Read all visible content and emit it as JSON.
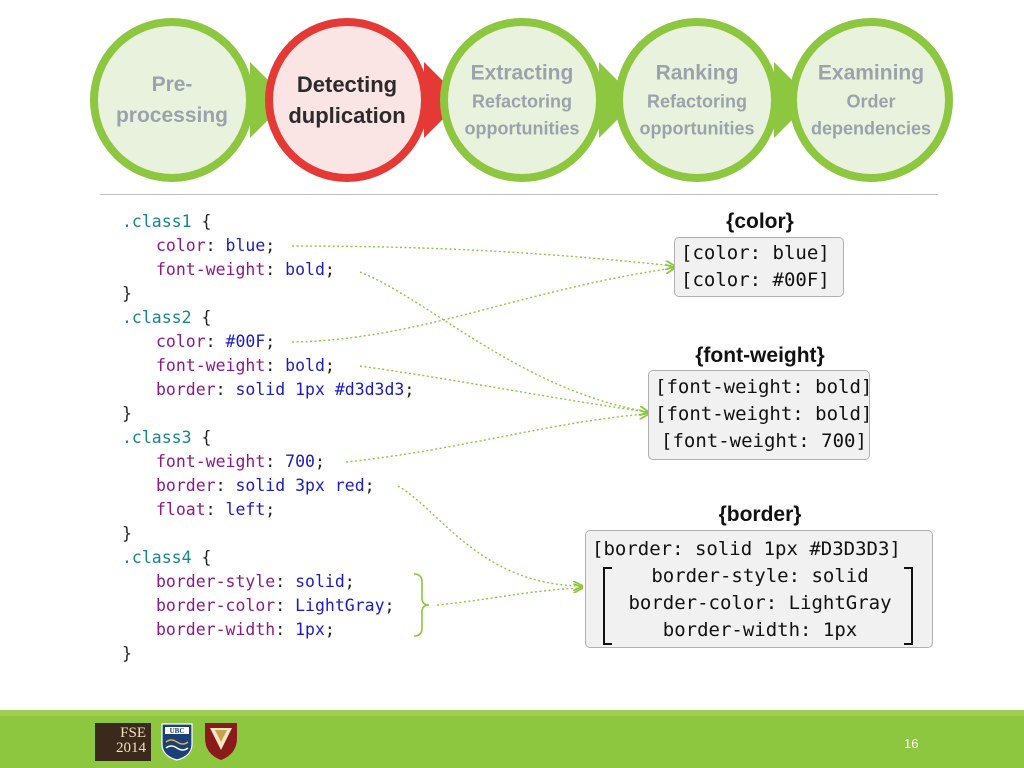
{
  "pipeline": {
    "stages": [
      {
        "line1": "Pre-",
        "line2": "processing",
        "line3": ""
      },
      {
        "line1": "Detecting",
        "line2": "duplication",
        "line3": ""
      },
      {
        "line1": "Extracting",
        "line2": "Refactoring",
        "line3": "opportunities"
      },
      {
        "line1": "Ranking",
        "line2": "Refactoring",
        "line3": "opportunities"
      },
      {
        "line1": "Examining",
        "line2": "Order",
        "line3": "dependencies"
      }
    ],
    "active_stage": 1,
    "colors": {
      "inactive": "#8dc63f",
      "active": "#e53935"
    }
  },
  "code": {
    "class1_selector": ".class1",
    "class1_color_prop": "color",
    "class1_color_val": "blue",
    "class1_fw_prop": "font-weight",
    "class1_fw_val": "bold",
    "class2_selector": ".class2",
    "class2_color_prop": "color",
    "class2_color_val": "#00F",
    "class2_fw_prop": "font-weight",
    "class2_fw_val": "bold",
    "class2_border_prop": "border",
    "class2_border_val": "solid 1px #d3d3d3",
    "class3_selector": ".class3",
    "class3_fw_prop": "font-weight",
    "class3_fw_val": "700",
    "class3_border_prop": "border",
    "class3_border_val": "solid 3px red",
    "class3_float_prop": "float",
    "class3_float_val": "left",
    "class4_selector": ".class4",
    "class4_bs_prop": "border-style",
    "class4_bs_val": "solid",
    "class4_bc_prop": "border-color",
    "class4_bc_val": "LightGray",
    "class4_bw_prop": "border-width",
    "class4_bw_val": "1px",
    "open_brace": "{",
    "close_brace": "}",
    "colon": ":",
    "semicolon": ";"
  },
  "groups": {
    "color": {
      "title": "{color}",
      "items": [
        "[color: blue]",
        "[color: #00F]"
      ]
    },
    "font_weight": {
      "title": "{font-weight}",
      "items": [
        "[font-weight: bold]",
        "[font-weight: bold]",
        "[font-weight: 700]"
      ]
    },
    "border": {
      "title": "{border}",
      "item1": "[border: solid 1px #D3D3D3]",
      "item2": "border-style: solid",
      "item3": "border-color: LightGray",
      "item4": "border-width: 1px"
    }
  },
  "footer": {
    "logo_fse_line1": "FSE",
    "logo_fse_line2": "2014",
    "logo_ubc": "UBC",
    "page_number": "16"
  }
}
